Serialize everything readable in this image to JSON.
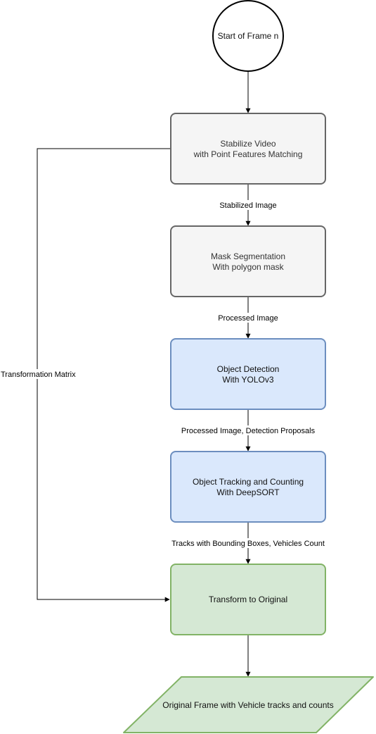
{
  "nodes": {
    "start": {
      "lines": [
        "Start of Frame n"
      ]
    },
    "stabilize": {
      "lines": [
        "Stabilize Video",
        "with Point Features Matching"
      ]
    },
    "mask": {
      "lines": [
        "Mask Segmentation",
        "With polygon mask"
      ]
    },
    "detection": {
      "lines": [
        "Object Detection",
        "With YOLOv3"
      ]
    },
    "tracking": {
      "lines": [
        "Object Tracking and Counting",
        "With DeepSORT"
      ]
    },
    "transform": {
      "lines": [
        "Transform to Original"
      ]
    },
    "output": {
      "lines": [
        "Original Frame with Vehicle tracks and counts"
      ]
    }
  },
  "edges": {
    "stabilized": "Stabilized Image",
    "processed": "Processed Image",
    "proposals": "Processed Image, Detection Proposals",
    "tracks": "Tracks with Bounding Boxes, Vehicles Count",
    "matrix": "Transformation Matrix"
  },
  "colors": {
    "gray_fill": "#f5f5f5",
    "gray_stroke": "#666666",
    "blue_fill": "#dae8fc",
    "blue_stroke": "#6c8ebf",
    "green_fill": "#d5e8d4",
    "green_stroke": "#82b366",
    "line": "#000000"
  }
}
